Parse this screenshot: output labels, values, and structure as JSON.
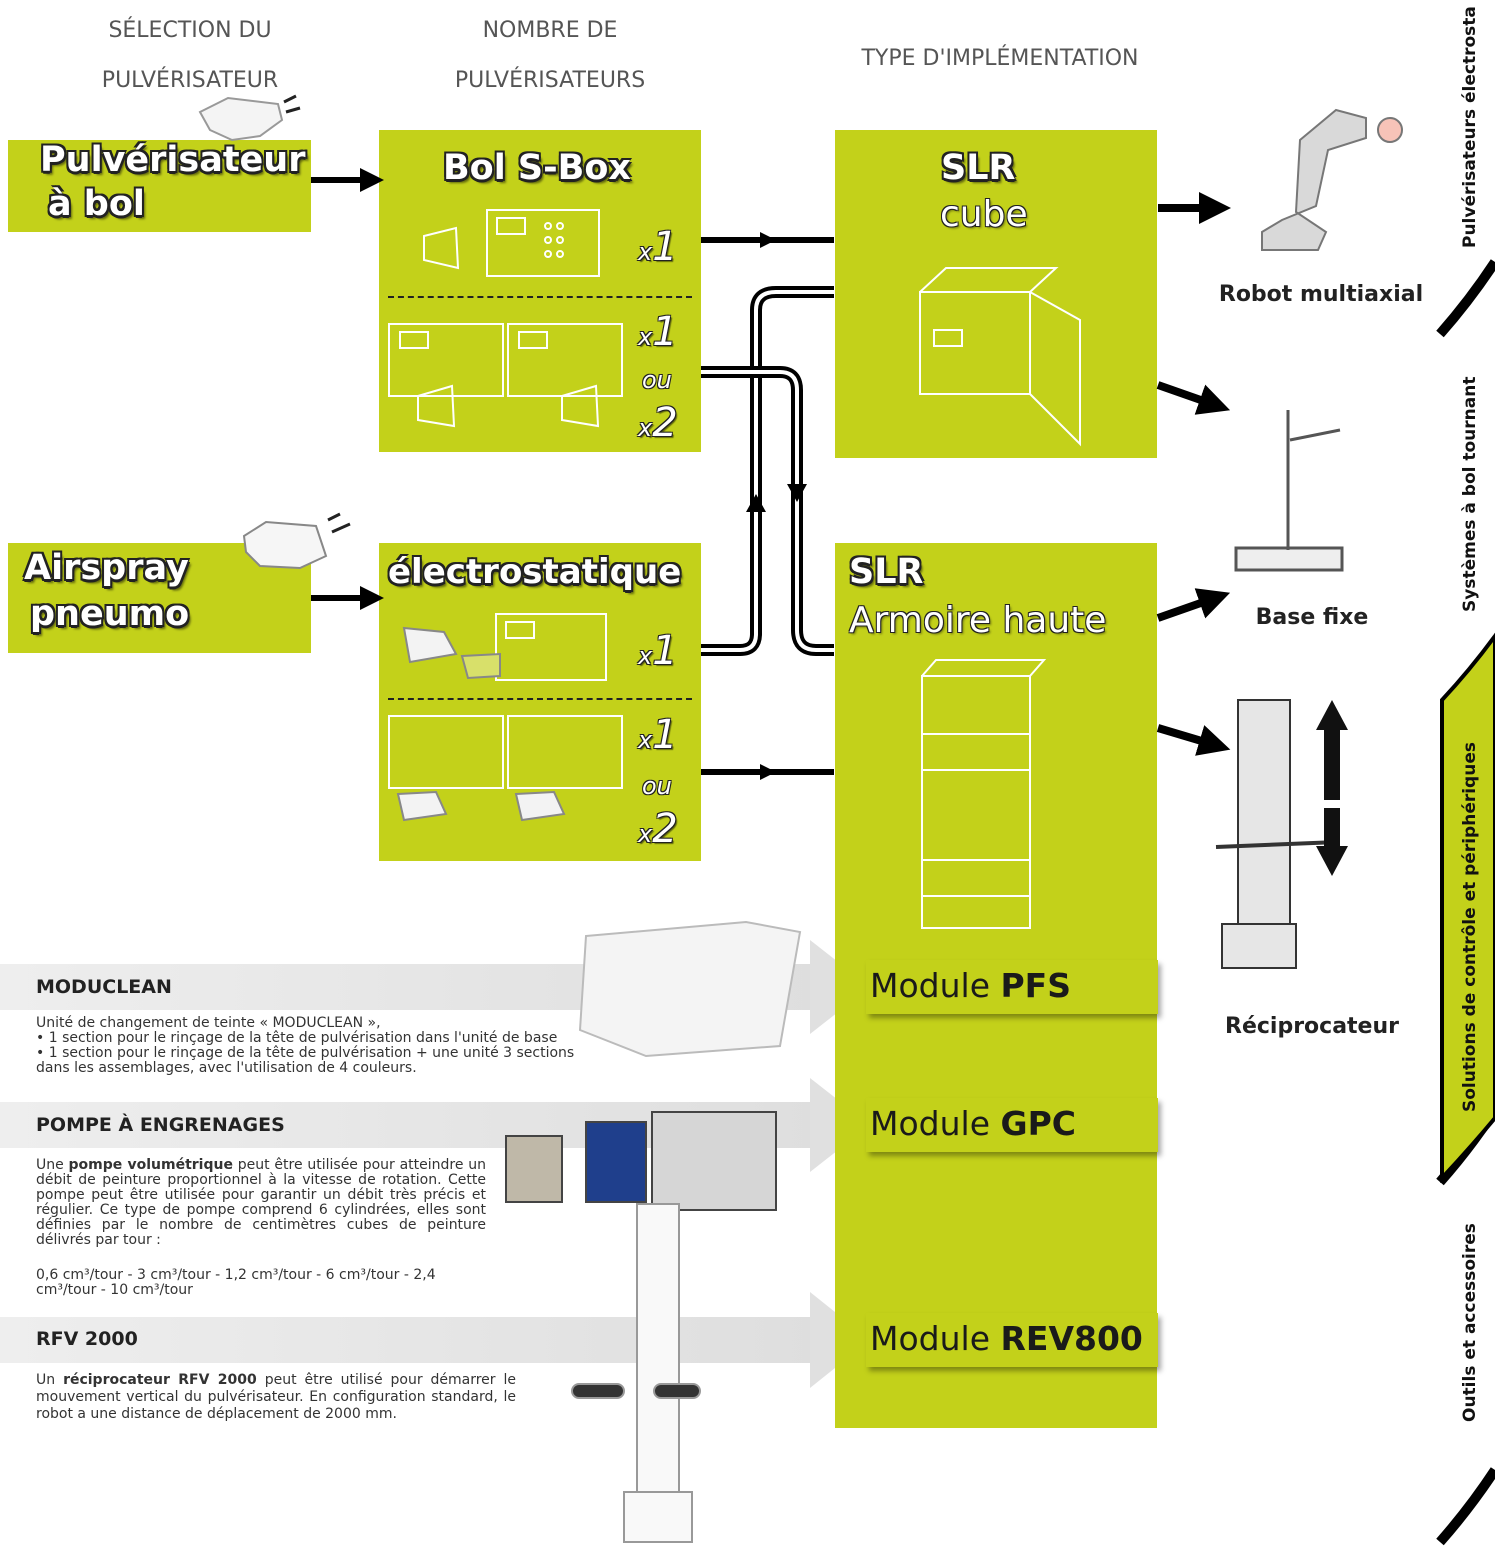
{
  "headers": {
    "col1_line1": "SÉLECTION DU",
    "col1_line2": "PULVÉRISATEUR",
    "col2_line1": "NOMBRE DE",
    "col2_line2": "PULVÉRISATEURS",
    "col3": "TYPE D'IMPLÉMENTATION"
  },
  "selection": {
    "bowl_line1": "Pulvérisateur",
    "bowl_line2": "à bol",
    "air_line1": "Airspray",
    "air_line2": "pneumo"
  },
  "count_boxes": {
    "sbox_title": "Bol S-Box",
    "electro_title": "électrostatique",
    "x_prefix": "x",
    "one": "1",
    "two": "2",
    "or": "ou"
  },
  "implementation": {
    "slr_label": "SLR",
    "cube_label": "cube",
    "armoire_label": "Armoire haute"
  },
  "modules": [
    {
      "prefix": "Module ",
      "name": "PFS"
    },
    {
      "prefix": "Module ",
      "name": "GPC"
    },
    {
      "prefix": "Module ",
      "name": "REV800"
    }
  ],
  "peripherals": {
    "robot": "Robot multiaxial",
    "base": "Base fixe",
    "reciprocator": "Réciprocateur"
  },
  "side_tabs": [
    "Pulvérisateurs électrosta",
    "Systèmes à bol tournant",
    "Solutions de contrôle et périphériques",
    "Outils et accessoires"
  ],
  "sections": {
    "moduclean_title": "MODUCLEAN",
    "moduclean_l1": "Unité de changement de teinte « MODUCLEAN »,",
    "moduclean_l2": "• 1 section pour le rinçage de la tête de pulvérisation dans l'unité de base",
    "moduclean_l3": "• 1 section pour le rinçage de la tête de pulvérisation + une unité 3 sections dans les assemblages, avec l'utilisation de 4 couleurs.",
    "pump_title": "POMPE À ENGRENAGES",
    "pump_a": "Une ",
    "pump_b": "pompe volumétrique",
    "pump_c": " peut être utilisée pour atteindre un débit de peinture proportionnel à la vitesse de rotation. Cette pompe peut être utilisée pour garantir un débit très précis et régulier. Ce type de pompe comprend 6 cylindrées, elles sont définies par le nombre de centimètres cubes de peinture délivrés par tour :",
    "pump_d": "0,6 cm³/tour - 3 cm³/tour - 1,2 cm³/tour - 6 cm³/tour - 2,4 cm³/tour - 10 cm³/tour",
    "rfv_title": "RFV 2000",
    "rfv_a": "Un ",
    "rfv_b": "réciprocateur RFV 2000",
    "rfv_c": " peut être utilisé pour démarrer le mouvement vertical du pulvérisateur. En configuration standard, le robot a une distance de déplacement de 2000 mm."
  },
  "colors": {
    "accent": "#c3d11a",
    "text": "#1a1a1a",
    "band": "#e4e4e4"
  }
}
